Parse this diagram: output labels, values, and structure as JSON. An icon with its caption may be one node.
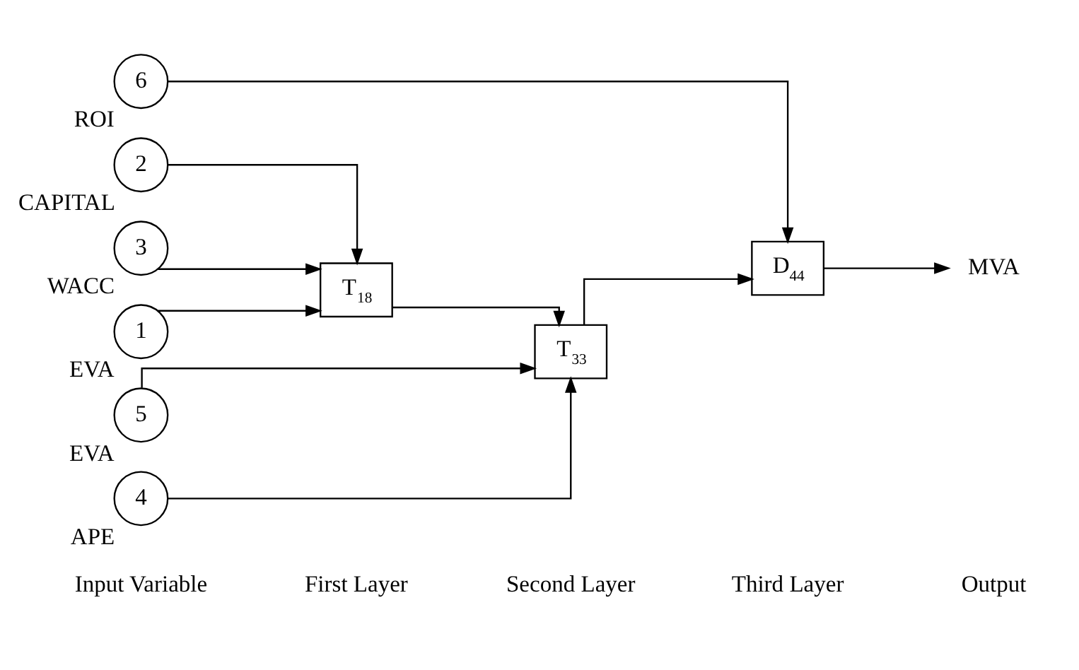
{
  "diagram": {
    "nodes": [
      {
        "text": [
          "1"
        ],
        "beside": [
          "EVA"
        ]
      },
      {
        "text": [
          "2"
        ],
        "beside": [
          "CAPITAL"
        ]
      },
      {
        "text": [
          "3"
        ],
        "beside": [
          "WACC"
        ]
      },
      {
        "text": [
          "4"
        ],
        "beside": [
          "APE"
        ]
      },
      {
        "text": [
          "5"
        ],
        "beside": [
          "EVA"
        ]
      },
      {
        "text": [
          "6"
        ],
        "beside": [
          "ROI"
        ]
      },
      {
        "text": [
          "T$_{18}$"
        ]
      },
      {
        "text": [
          "T$_{33}$"
        ]
      },
      {
        "text": [
          "D$_{44}$"
        ]
      },
      {
        "text": [
          "MVA"
        ]
      }
    ],
    "edges": [
      {
        "from": 0,
        "to": 6,
        "arrow": "to"
      },
      {
        "from": 1,
        "to": 6,
        "arrow": "to"
      },
      {
        "from": 2,
        "to": 6,
        "arrow": "to"
      },
      {
        "from": 6,
        "to": 7,
        "arrow": "to"
      },
      {
        "from": 3,
        "to": 7,
        "arrow": "to"
      },
      {
        "from": 4,
        "to": 7,
        "arrow": "to"
      },
      {
        "from": 7,
        "to": 8,
        "arrow": "to"
      },
      {
        "from": 5,
        "to": 8,
        "arrow": "to"
      },
      {
        "from": 8,
        "to": 9,
        "arrow": "to"
      }
    ],
    "labels": [
      "Input Variable",
      "First Layer",
      "Second Layer",
      "Third Layer",
      "Output"
    ]
  }
}
